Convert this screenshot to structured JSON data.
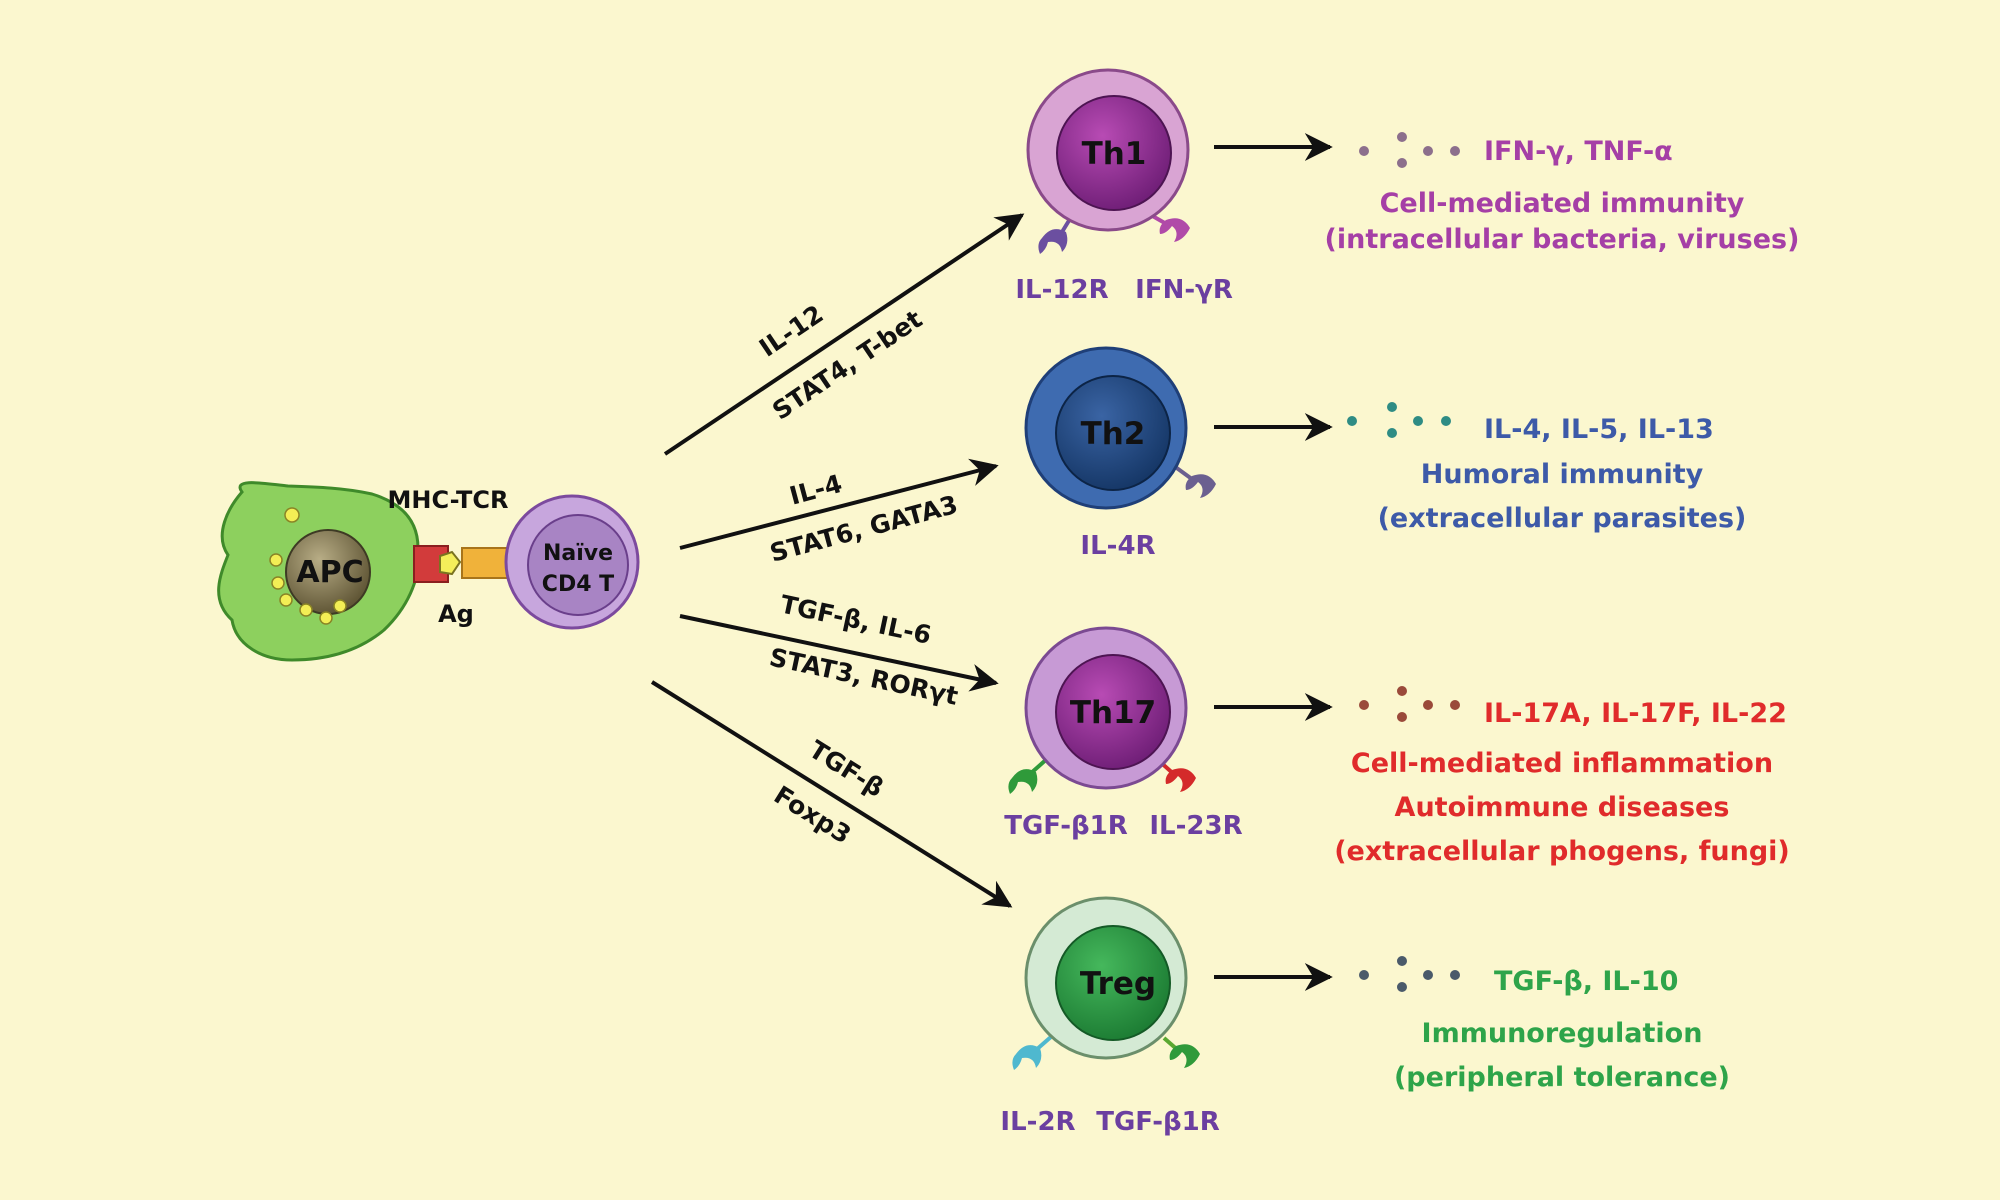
{
  "colors": {
    "background": "#fbf7cf",
    "th1": "#a53fa6",
    "th2": "#3d5aa8",
    "th17": "#e02b2b",
    "treg": "#2ea44a",
    "receptor_label": "#6b3fa0",
    "arrow": "#111111"
  },
  "apc": {
    "label": "APC"
  },
  "synapse": {
    "mhc_tcr_label": "MHC-TCR",
    "antigen_label": "Ag"
  },
  "naive": {
    "line1": "Naïve",
    "line2": "CD4 T"
  },
  "pathways": [
    {
      "id": "th1",
      "signal": "IL-12",
      "factors": "STAT4, T-bet"
    },
    {
      "id": "th2",
      "signal": "IL-4",
      "factors": "STAT6, GATA3"
    },
    {
      "id": "th17",
      "signal": "TGF-β, IL-6",
      "factors": "STAT3, RORγt"
    },
    {
      "id": "treg",
      "signal": "TGF-β",
      "factors": "Foxp3"
    }
  ],
  "subsets": [
    {
      "id": "th1",
      "label": "Th1",
      "receptors": [
        "IL-12R",
        "IFN-γR"
      ],
      "cytokines": "IFN-γ, TNF-α",
      "functions": [
        "Cell-mediated immunity",
        "(intracellular bacteria, viruses)"
      ]
    },
    {
      "id": "th2",
      "label": "Th2",
      "receptors": [
        "IL-4R"
      ],
      "cytokines": "IL-4, IL-5, IL-13",
      "functions": [
        "Humoral immunity",
        "(extracellular parasites)"
      ]
    },
    {
      "id": "th17",
      "label": "Th17",
      "receptors": [
        "TGF-β1R",
        "IL-23R"
      ],
      "cytokines": "IL-17A, IL-17F, IL-22",
      "functions": [
        "Cell-mediated inflammation",
        "Autoimmune diseases",
        "(extracellular phogens, fungi)"
      ]
    },
    {
      "id": "treg",
      "label": "Treg",
      "receptors": [
        "IL-2R",
        "TGF-β1R"
      ],
      "cytokines": "TGF-β, IL-10",
      "functions": [
        "Immunoregulation",
        "(peripheral tolerance)"
      ]
    }
  ]
}
